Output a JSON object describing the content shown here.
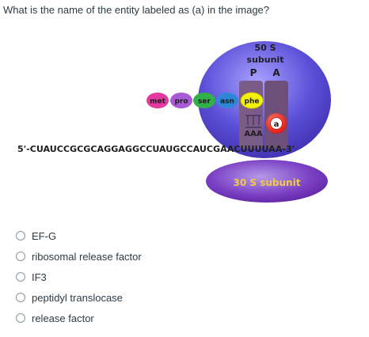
{
  "question": {
    "text": "What is the name of the entity labeled as (a) in the image?"
  },
  "figure": {
    "large_subunit_label_line1": "50 S",
    "large_subunit_label_line2": "subunit",
    "site_p": "P",
    "site_a": "A",
    "amino_acids": [
      {
        "label": "met",
        "color": "#e23aa0"
      },
      {
        "label": "pro",
        "color": "#a95ad6"
      },
      {
        "label": "ser",
        "color": "#33b04a"
      },
      {
        "label": "asn",
        "color": "#2f86d6"
      },
      {
        "label": "phe",
        "color": "#f4f00a"
      }
    ],
    "entity_label": "a",
    "anticodon": "AAA",
    "mrna": "5'-CUAUCCGCGCAGGAGGCCUAUGCCAUCGAACUUUUAA-3'",
    "small_subunit_label": "30 S subunit",
    "colors": {
      "large_subunit": "#4a3fc0",
      "small_subunit": "#6a2fb0",
      "small_subunit_text": "#f2c94c",
      "trna": "#7a5a86",
      "entity": "#e8211d"
    }
  },
  "options": [
    {
      "label": "EF-G"
    },
    {
      "label": "ribosomal release factor"
    },
    {
      "label": "IF3"
    },
    {
      "label": "peptidyl translocase"
    },
    {
      "label": "release factor"
    }
  ]
}
